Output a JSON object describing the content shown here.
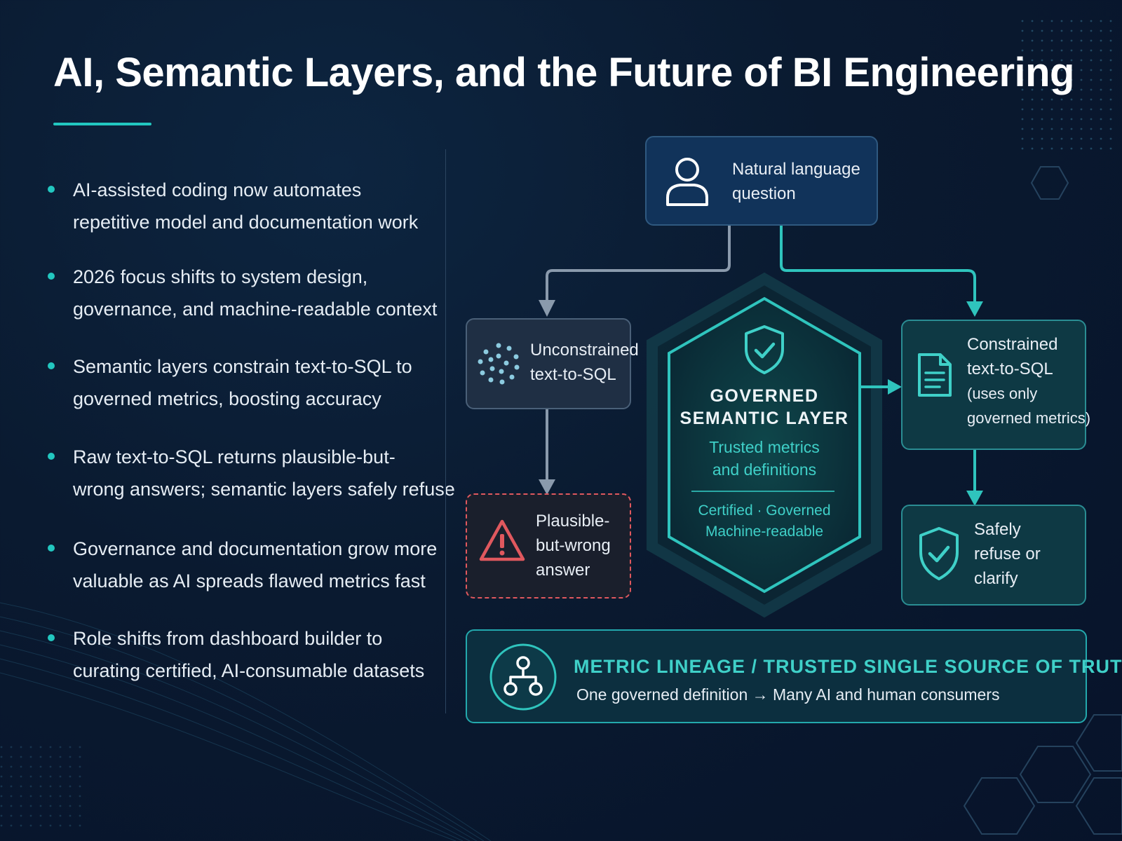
{
  "title": "AI, Semantic Layers, and the Future of BI Engineering",
  "bullets": [
    {
      "lines": [
        "AI-assisted coding now automates",
        "repetitive model and documentation work"
      ]
    },
    {
      "lines": [
        "2026 focus shifts to system design,",
        "governance, and machine-readable context"
      ]
    },
    {
      "lines": [
        "Semantic layers constrain text-to-SQL to",
        "governed metrics, boosting accuracy"
      ]
    },
    {
      "lines": [
        "Raw text-to-SQL returns plausible-but-",
        "wrong answers; semantic layers safely refuse"
      ]
    },
    {
      "lines": [
        "Governance and documentation grow more",
        "valuable as AI spreads flawed metrics fast"
      ]
    },
    {
      "lines": [
        "Role shifts from dashboard builder to",
        "curating certified, AI-consumable datasets"
      ]
    }
  ],
  "diagram": {
    "question": {
      "lines": [
        "Natural language",
        "question"
      ],
      "icon": "user-icon"
    },
    "unconstrained": {
      "lines": [
        "Unconstrained",
        "text-to-SQL"
      ],
      "icon": "dots-cluster-icon"
    },
    "plausible": {
      "lines": [
        "Plausible-",
        "but-wrong",
        "answer"
      ],
      "icon": "warning-icon"
    },
    "semantic_layer": {
      "title_lines": [
        "GOVERNED",
        "SEMANTIC LAYER"
      ],
      "sub_lines": [
        "Trusted metrics",
        "and definitions"
      ],
      "tag_lines": [
        "Certified · Governed",
        "Machine-readable"
      ],
      "icon": "shield-check-icon"
    },
    "constrained": {
      "lines": [
        "Constrained",
        "text-to-SQL",
        "(uses only",
        "governed metrics)"
      ],
      "icon": "document-icon"
    },
    "safe": {
      "lines": [
        "Safely",
        "refuse or",
        "clarify"
      ],
      "icon": "shield-check-icon"
    },
    "lineage": {
      "title": "METRIC LINEAGE / TRUSTED SINGLE SOURCE OF TRUTH",
      "subtitle": "One governed definition → Many AI and human consumers",
      "icon": "hierarchy-icon"
    }
  },
  "colors": {
    "accent": "#22c7c0",
    "warning": "#e0585e",
    "neutral_connector": "#8a9aac",
    "background": "#0a1a30"
  }
}
